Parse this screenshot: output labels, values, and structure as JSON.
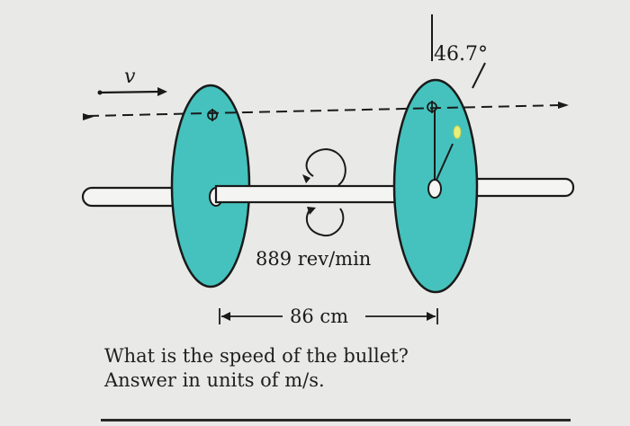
{
  "diagram": {
    "velocity_label": "v",
    "angle_label": "46.7°",
    "rotation_label": "889 rev/min",
    "distance_label": "86 cm"
  },
  "question": {
    "line1": "What is the speed of the bullet?",
    "line2": "Answer in units of  m/s."
  },
  "colors": {
    "disk_fill": "#45c2bd",
    "background": "#e9e9e7",
    "ink": "#1a1a1a",
    "bullet_hole": "#e6f07a"
  }
}
